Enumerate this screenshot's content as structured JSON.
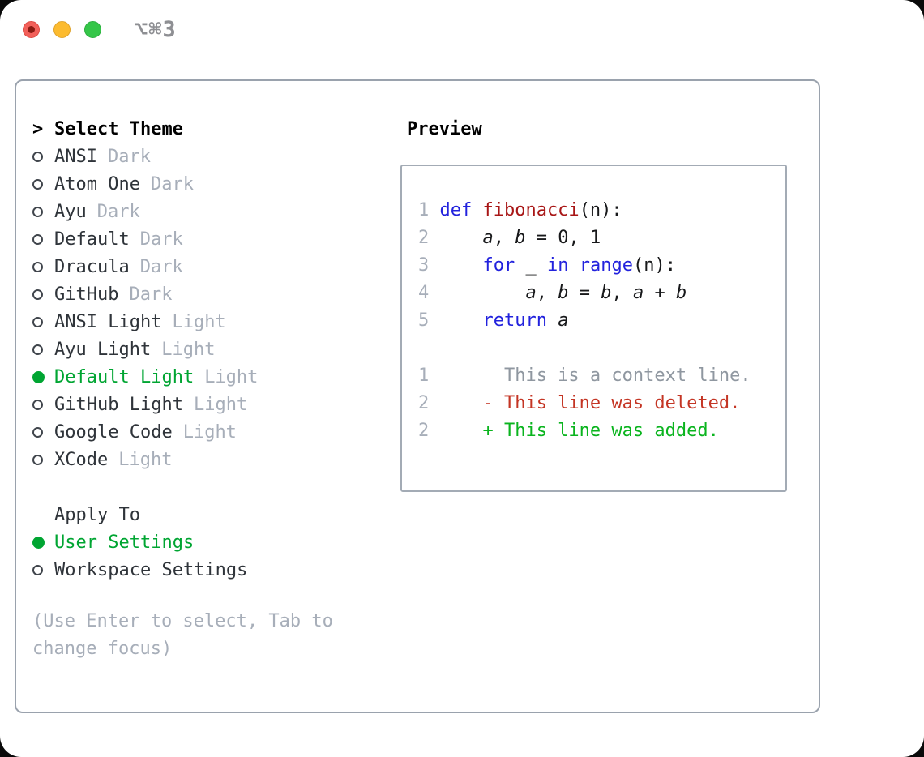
{
  "window": {
    "hotkey_label": "⌥⌘3"
  },
  "colors": {
    "selection_green": "#00a532",
    "keyword_blue": "#2222dd",
    "function_red": "#a81616",
    "diff_deleted_red": "#c43524",
    "diff_added_green": "#0ab41e",
    "muted_gray": "#a7aeb9",
    "traffic_red": "#f2605a",
    "traffic_yellow": "#fcbb2f",
    "traffic_green": "#35c649"
  },
  "theme_picker": {
    "prompt": ">",
    "title": "Select Theme",
    "items": [
      {
        "name": "ANSI",
        "tag": "Dark",
        "selected": false
      },
      {
        "name": "Atom One",
        "tag": "Dark",
        "selected": false
      },
      {
        "name": "Ayu",
        "tag": "Dark",
        "selected": false
      },
      {
        "name": "Default",
        "tag": "Dark",
        "selected": false
      },
      {
        "name": "Dracula",
        "tag": "Dark",
        "selected": false
      },
      {
        "name": "GitHub",
        "tag": "Dark",
        "selected": false
      },
      {
        "name": "ANSI Light",
        "tag": "Light",
        "selected": false
      },
      {
        "name": "Ayu Light",
        "tag": "Light",
        "selected": false
      },
      {
        "name": "Default Light",
        "tag": "Light",
        "selected": true
      },
      {
        "name": "GitHub Light",
        "tag": "Light",
        "selected": false
      },
      {
        "name": "Google Code",
        "tag": "Light",
        "selected": false
      },
      {
        "name": "XCode",
        "tag": "Light",
        "selected": false
      }
    ]
  },
  "apply_to": {
    "title": "Apply To",
    "options": [
      {
        "label": "User Settings",
        "selected": true
      },
      {
        "label": "Workspace Settings",
        "selected": false
      }
    ]
  },
  "hint": "(Use Enter to select, Tab to change focus)",
  "preview": {
    "title": "Preview",
    "code_lines": [
      {
        "ln": "1",
        "tokens": [
          {
            "t": "def ",
            "c": "kw"
          },
          {
            "t": "fibonacci",
            "c": "fn"
          },
          {
            "t": "(n):"
          }
        ]
      },
      {
        "ln": "2",
        "tokens": [
          {
            "t": "    "
          },
          {
            "t": "a",
            "c": "var"
          },
          {
            "t": ", "
          },
          {
            "t": "b",
            "c": "var"
          },
          {
            "t": " = 0, 1"
          }
        ]
      },
      {
        "ln": "3",
        "tokens": [
          {
            "t": "    "
          },
          {
            "t": "for",
            "c": "kw"
          },
          {
            "t": " _ "
          },
          {
            "t": "in",
            "c": "kw"
          },
          {
            "t": " "
          },
          {
            "t": "range",
            "c": "kw"
          },
          {
            "t": "(n):"
          }
        ]
      },
      {
        "ln": "4",
        "tokens": [
          {
            "t": "        "
          },
          {
            "t": "a",
            "c": "var"
          },
          {
            "t": ", "
          },
          {
            "t": "b",
            "c": "var"
          },
          {
            "t": " = "
          },
          {
            "t": "b",
            "c": "var"
          },
          {
            "t": ", "
          },
          {
            "t": "a",
            "c": "var"
          },
          {
            "t": " + "
          },
          {
            "t": "b",
            "c": "var"
          }
        ]
      },
      {
        "ln": "5",
        "tokens": [
          {
            "t": "    "
          },
          {
            "t": "return",
            "c": "kw"
          },
          {
            "t": " "
          },
          {
            "t": "a",
            "c": "var"
          }
        ]
      }
    ],
    "diff_lines": [
      {
        "ln": "1",
        "tokens": [
          {
            "t": "      This is a context line.",
            "c": "ctx"
          }
        ]
      },
      {
        "ln": "2",
        "tokens": [
          {
            "t": "    "
          },
          {
            "t": "- This line was deleted.",
            "c": "del"
          }
        ]
      },
      {
        "ln": "2",
        "tokens": [
          {
            "t": "    "
          },
          {
            "t": "+ This line was added.",
            "c": "add"
          }
        ]
      }
    ]
  }
}
